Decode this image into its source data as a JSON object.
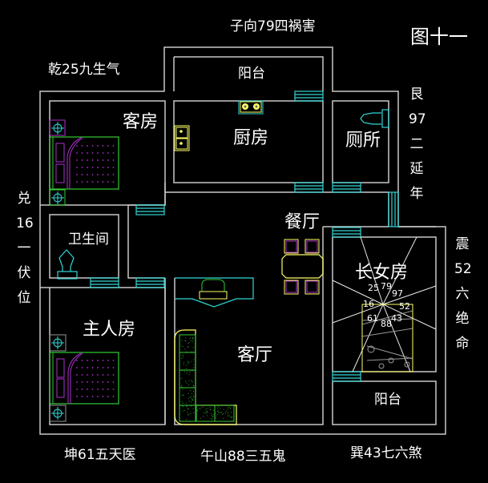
{
  "figure_title": "图十一",
  "colors": {
    "background": "#000000",
    "wall": "#c8c8c8",
    "window": "#33d6d6",
    "furniture_yellow": "#ffff66",
    "furniture_green": "#33cc33",
    "furniture_magenta": "#b030d0",
    "text": "#ffffff"
  },
  "directions": {
    "top": "子向79四祸害",
    "top_left": "乾25九生气",
    "left": [
      "兑",
      "16",
      "一",
      "伏",
      "位"
    ],
    "right_top": [
      "艮",
      "97",
      "二",
      "延",
      "年"
    ],
    "right_bottom": [
      "震",
      "52",
      "六",
      "绝",
      "命"
    ],
    "bottom_left": "坤61五天医",
    "bottom_center": "午山88三五鬼",
    "bottom_right": "巽43七六煞"
  },
  "rooms": {
    "balcony_top": "阳台",
    "guest_room": "客房",
    "kitchen": "厨房",
    "toilet": "厕所",
    "bathroom": "卫生间",
    "dining": "餐厅",
    "master_bedroom": "主人房",
    "living_room": "客厅",
    "eldest_daughter_room": "长女房",
    "balcony_bottom": "阳台"
  },
  "compass_numbers": [
    "25",
    "79",
    "97",
    "16",
    "52",
    "61",
    "88",
    "43"
  ]
}
